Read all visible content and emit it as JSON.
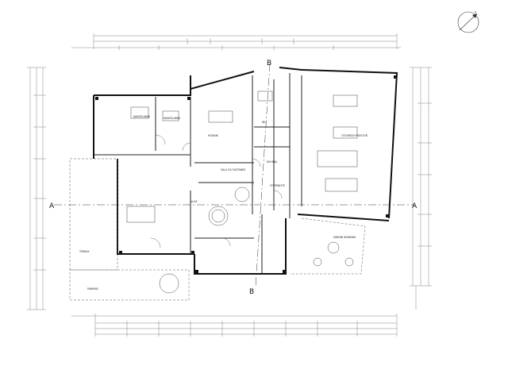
{
  "drawing": {
    "type": "architectural floor plan",
    "section_markers": {
      "a_left": "A",
      "a_right": "A",
      "b_top": "B",
      "b_bottom": "B"
    },
    "room_labels": [
      "KANCELARIJA",
      "KANCELARIJA",
      "HODNIK",
      "SALA ZA SASTANKE",
      "OTVORENI PROSTOR",
      "KUHINJA",
      "ULAZ",
      "TERASA",
      "WC",
      "STEPENISTE",
      "DNEVNI BORAVAK",
      "PARKING"
    ],
    "north_arrow": "N"
  }
}
